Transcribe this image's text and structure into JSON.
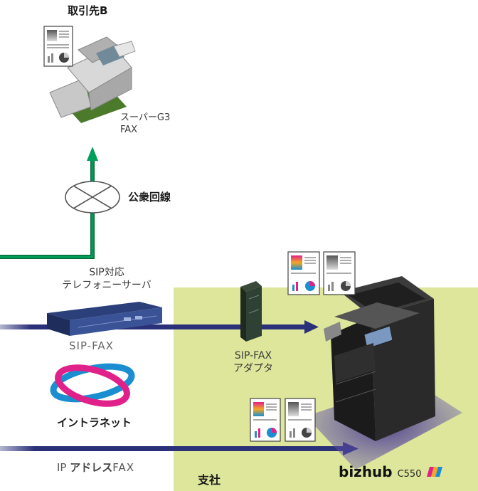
{
  "partner": {
    "title": "取引先B"
  },
  "fax_device": {
    "label_line1": "スーパーG3",
    "label_line2": "FAX"
  },
  "public_line": {
    "label": "公衆回線"
  },
  "sip_server": {
    "label_line1": "SIP対応",
    "label_line2": "テレフォニーサーバ"
  },
  "sip_fax_route": {
    "label": "SIP-FAX"
  },
  "adapter": {
    "label_line1": "SIP-FAX",
    "label_line2": "アダプタ"
  },
  "intranet": {
    "label": "イントラネット"
  },
  "ip_address_fax": {
    "prefix": "IP",
    "middle": "アドレス",
    "suffix": "FAX"
  },
  "branch": {
    "label": "支社"
  },
  "product": {
    "brand": "bizhub",
    "model": "C550"
  },
  "colors": {
    "branch_area": "#dde69b",
    "green_line": "#00a05a",
    "navy_line": "#2b3178",
    "intranet_blue": "#1a8ed0",
    "intranet_magenta": "#e0218a"
  }
}
